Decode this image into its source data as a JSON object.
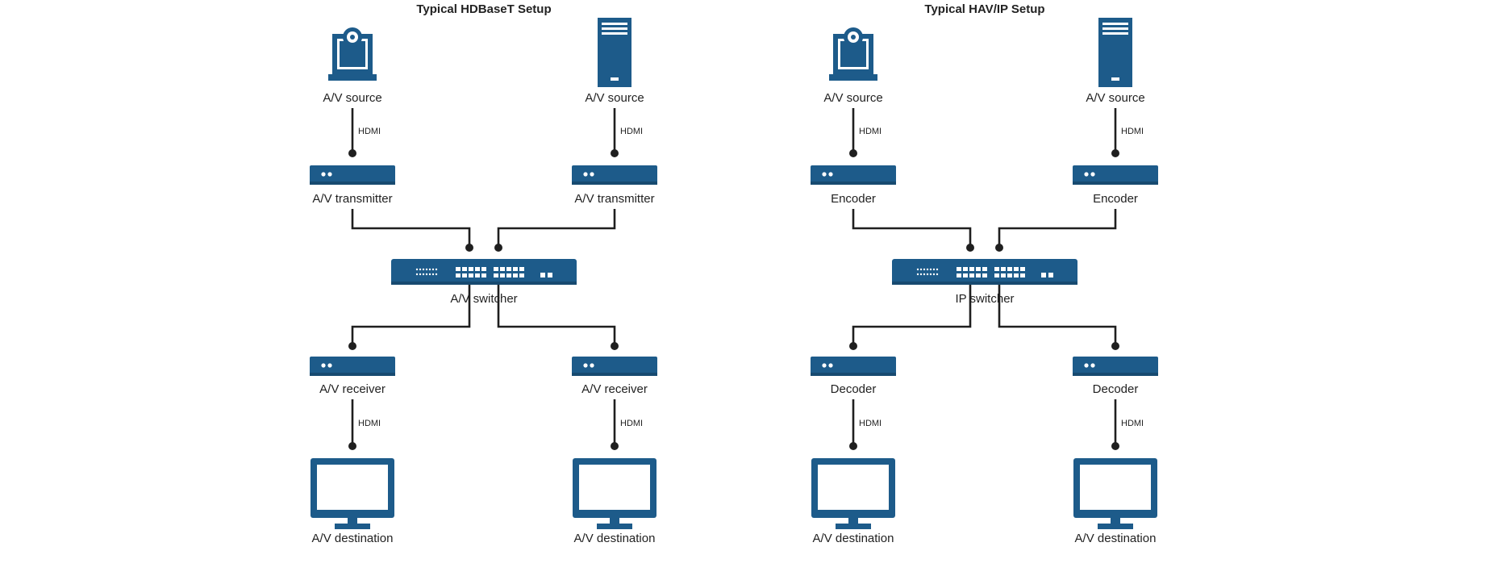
{
  "colors": {
    "device": "#1d5b8a",
    "wire": "#1f1f1f",
    "text": "#222222"
  },
  "diagrams": [
    {
      "title": "Typical HDBaseT Setup",
      "sources": [
        {
          "icon": "camera-icon",
          "label": "A/V source",
          "link": "HDMI"
        },
        {
          "icon": "server-tower-icon",
          "label": "A/V source",
          "link": "HDMI"
        }
      ],
      "senders": [
        {
          "label": "A/V transmitter"
        },
        {
          "label": "A/V transmitter"
        }
      ],
      "switch": {
        "label": "A/V switcher"
      },
      "receivers": [
        {
          "label": "A/V receiver",
          "link": "HDMI"
        },
        {
          "label": "A/V receiver",
          "link": "HDMI"
        }
      ],
      "destinations": [
        {
          "icon": "monitor-icon",
          "label": "A/V destination"
        },
        {
          "icon": "monitor-icon",
          "label": "A/V destination"
        }
      ]
    },
    {
      "title": "Typical HAV/IP Setup",
      "sources": [
        {
          "icon": "camera-icon",
          "label": "A/V source",
          "link": "HDMI"
        },
        {
          "icon": "server-tower-icon",
          "label": "A/V source",
          "link": "HDMI"
        }
      ],
      "senders": [
        {
          "label": "Encoder"
        },
        {
          "label": "Encoder"
        }
      ],
      "switch": {
        "label": "IP switcher"
      },
      "receivers": [
        {
          "label": "Decoder",
          "link": "HDMI"
        },
        {
          "label": "Decoder",
          "link": "HDMI"
        }
      ],
      "destinations": [
        {
          "icon": "monitor-icon",
          "label": "A/V destination"
        },
        {
          "icon": "monitor-icon",
          "label": "A/V destination"
        }
      ]
    }
  ]
}
